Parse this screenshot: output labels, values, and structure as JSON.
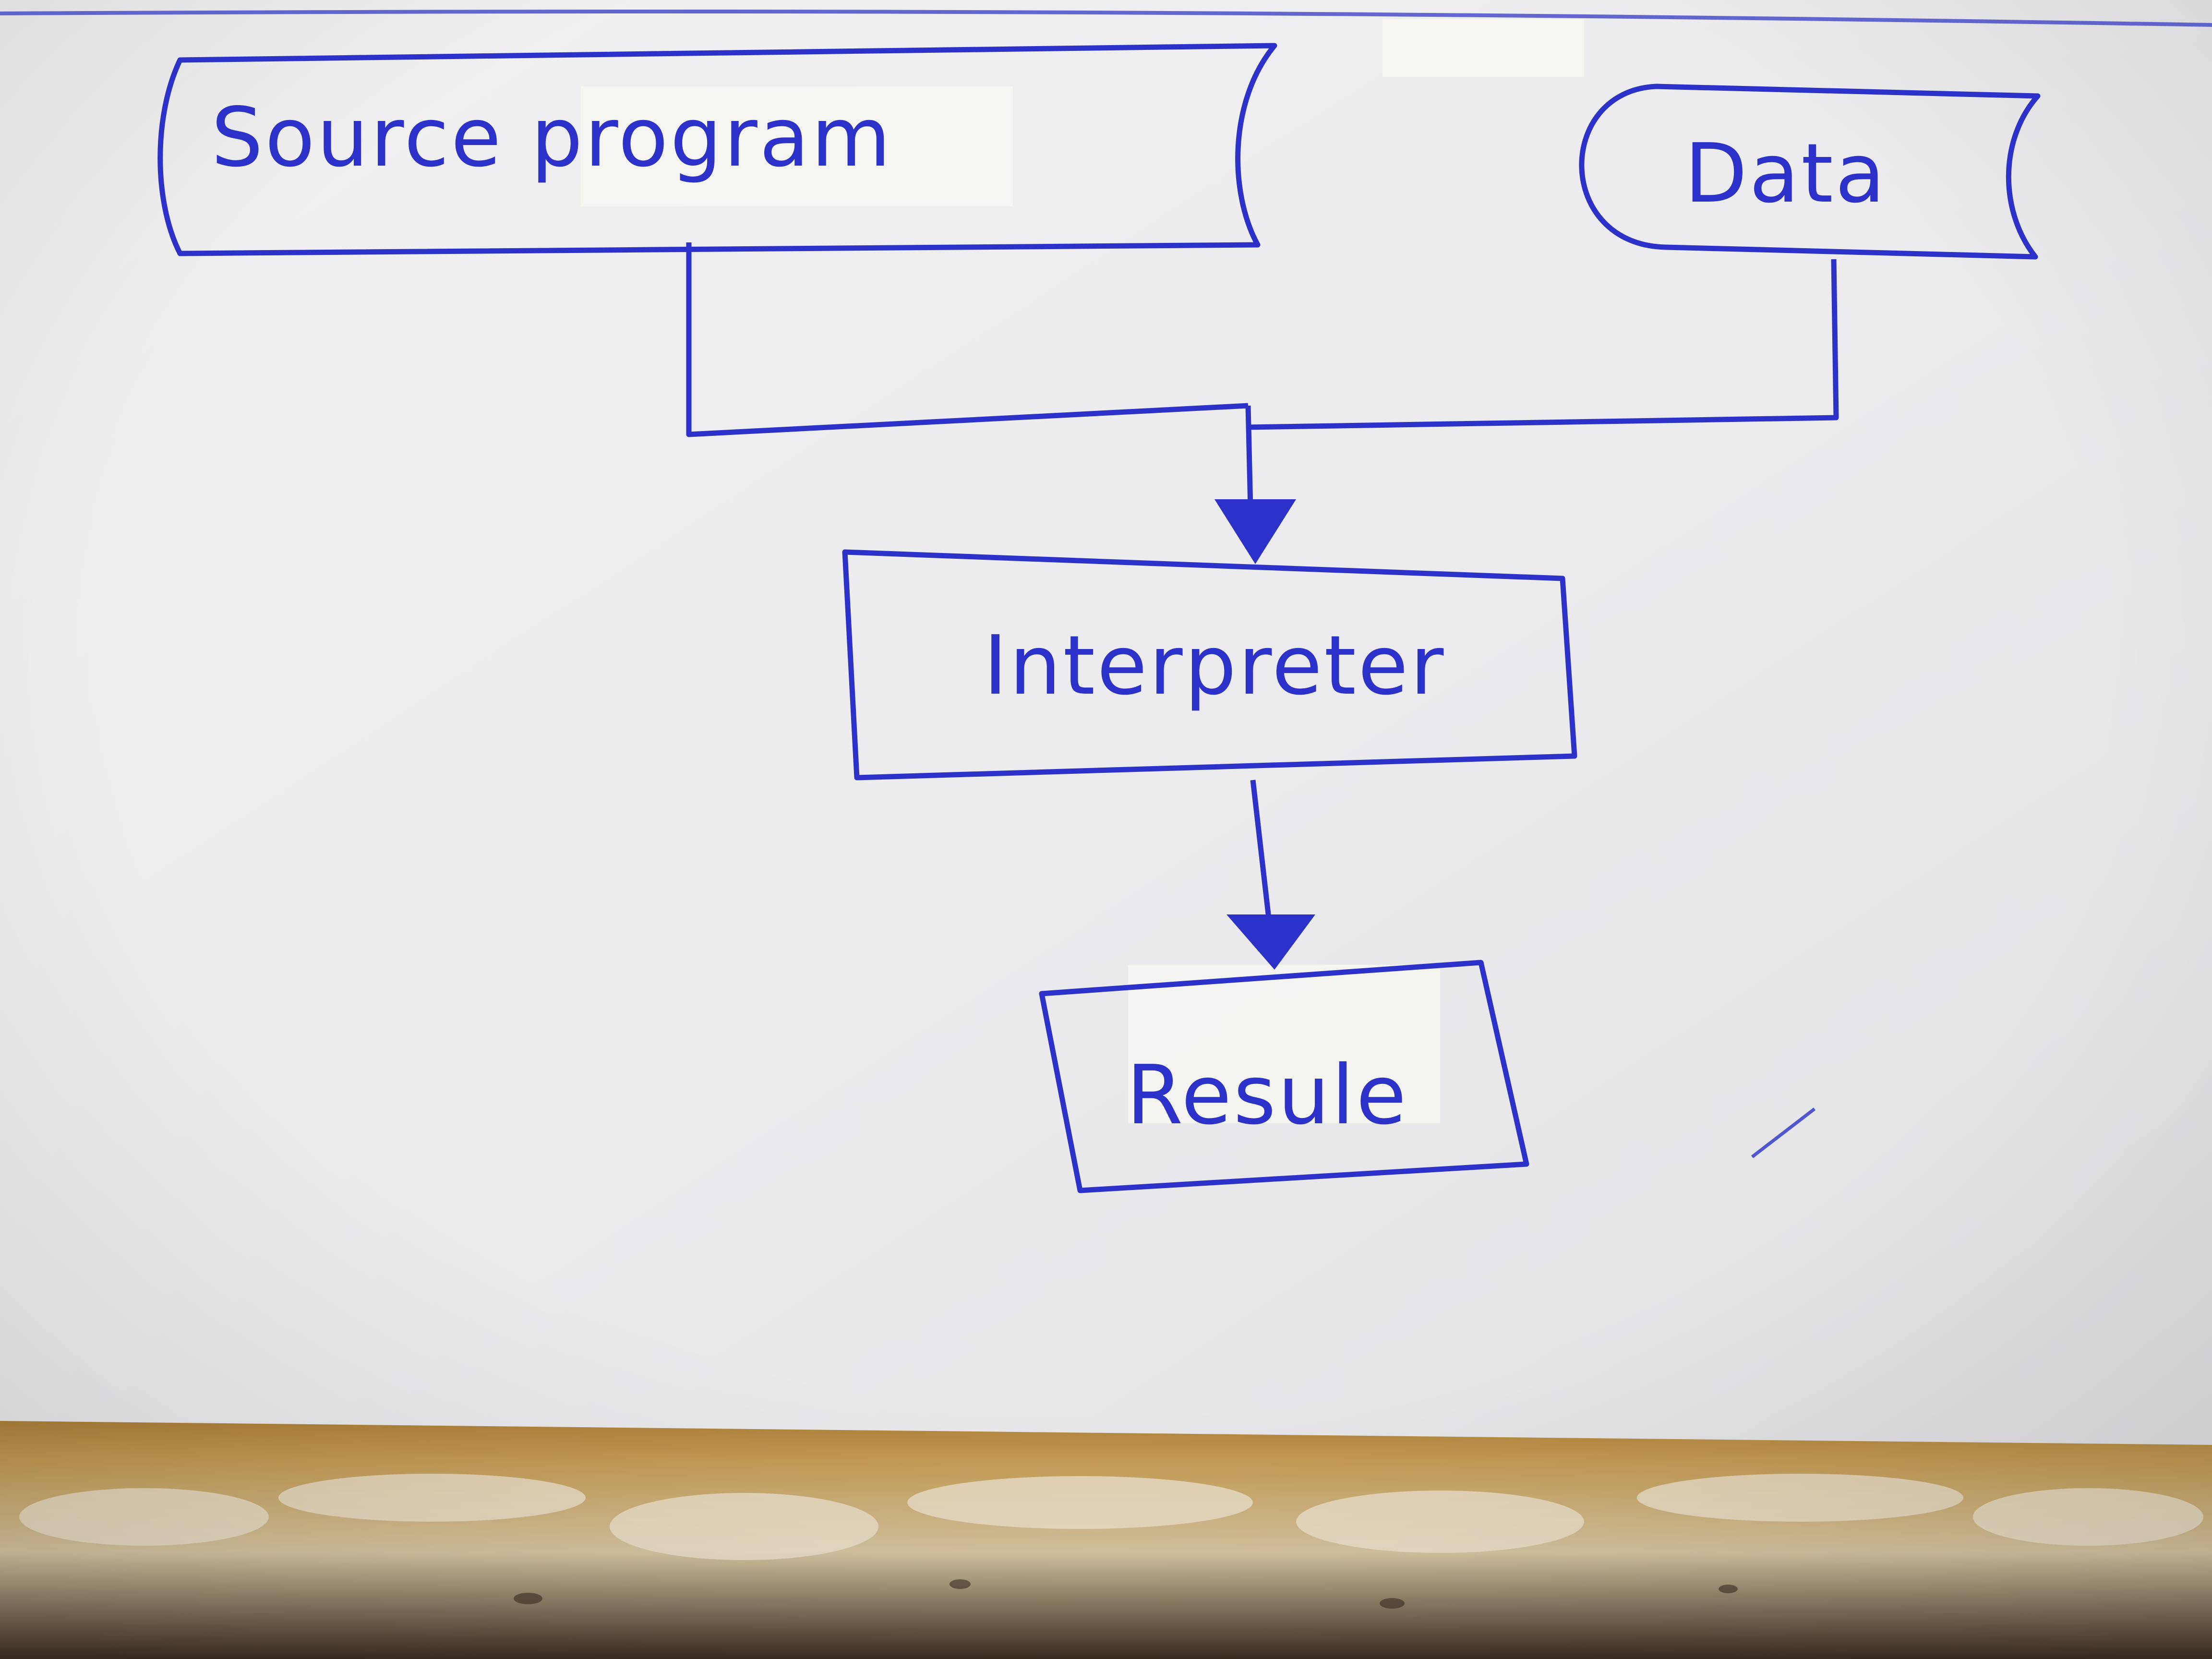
{
  "diagram": {
    "nodes": [
      {
        "id": "source",
        "label": "Source program",
        "shape": "flag"
      },
      {
        "id": "data",
        "label": "Data",
        "shape": "flag-rounded"
      },
      {
        "id": "interpreter",
        "label": "Interpreter",
        "shape": "rectangle"
      },
      {
        "id": "result",
        "label": "Resule",
        "shape": "rectangle"
      }
    ],
    "edges": [
      {
        "from": "source",
        "to": "interpreter"
      },
      {
        "from": "data",
        "to": "interpreter"
      },
      {
        "from": "interpreter",
        "to": "result"
      }
    ]
  },
  "colors": {
    "ink": "#2b31c9",
    "paper": "#eeeeef",
    "tape": "#f4f4f1",
    "desk": "#b58a3f"
  }
}
